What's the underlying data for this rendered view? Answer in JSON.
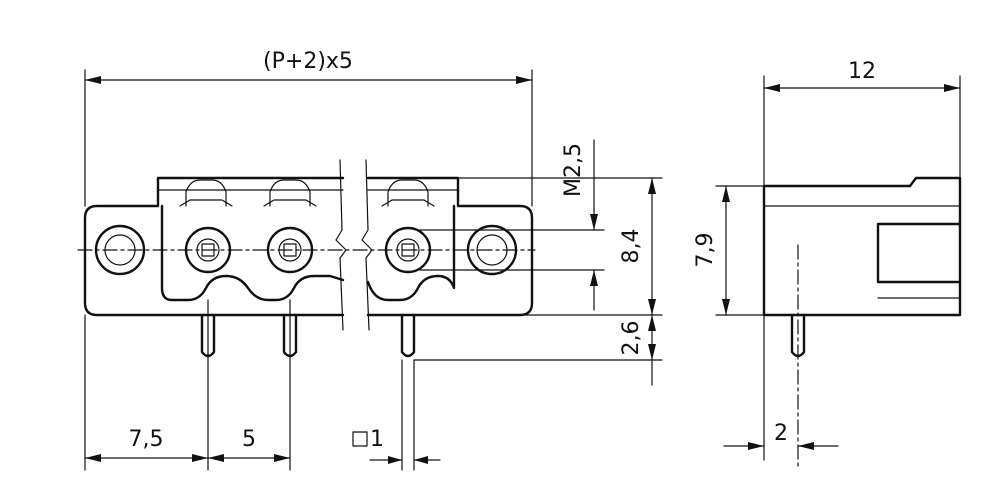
{
  "dimensions": {
    "overall_width": "(P+2)x5",
    "flange_offset": "7,5",
    "pitch": "5",
    "pin_square": "1",
    "thread": "M2,5",
    "body_height": "8,4",
    "pin_length": "2,6",
    "side_depth": "12",
    "side_height": "7,9",
    "side_pin_offset": "2"
  },
  "colors": {
    "line": "#111111",
    "background": "#ffffff"
  }
}
